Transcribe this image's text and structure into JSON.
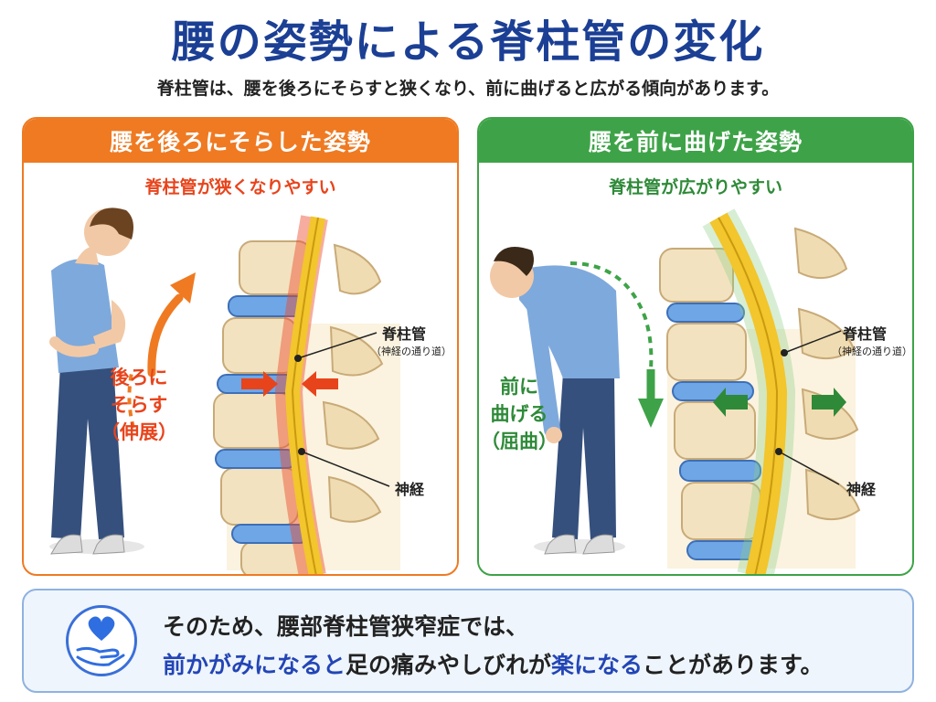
{
  "header": {
    "title": "腰の姿勢による脊柱管の変化",
    "subtitle": "脊柱管は、腰を後ろにそらすと狭くなり、前に曲げると広がる傾向があります。"
  },
  "panels": [
    {
      "heading": "腰を後ろにそらした姿勢",
      "subheading": "脊柱管が狭くなりやすい",
      "motion_lines": [
        "後ろに",
        "そらす",
        "（伸展）"
      ],
      "canal_label": "脊柱管",
      "canal_note": "（神経の通り道）",
      "nerve_label": "神経"
    },
    {
      "heading": "腰を前に曲げた姿勢",
      "subheading": "脊柱管が広がりやすい",
      "motion_lines": [
        "前に",
        "曲げる",
        "（屈曲）"
      ],
      "canal_label": "脊柱管",
      "canal_note": "（神経の通り道）",
      "nerve_label": "神経"
    }
  ],
  "footer": {
    "line1": "そのため、腰部脊柱管狭窄症では、",
    "line2_highlight1": "前かがみになると",
    "line2_text1": "足の痛みやしびれが",
    "line2_highlight2": "楽になる",
    "line2_text2": "ことがあります。",
    "icon": "heart-hand-icon"
  },
  "colors": {
    "title": "#1b3f94",
    "left_accent": "#ef7a22",
    "left_text": "#e8441c",
    "right_accent": "#3ea348",
    "right_text": "#2e8a38",
    "highlight": "#2345b6",
    "disc": "#6fa6e6",
    "nerve": "#f2c62c"
  }
}
